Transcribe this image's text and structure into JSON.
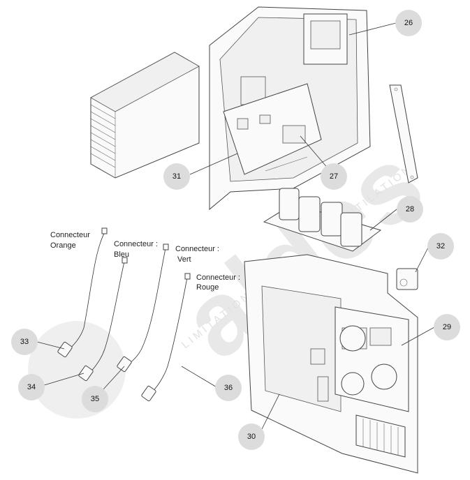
{
  "watermark": {
    "brand": "aldes",
    "tagline_left": "LIMITATION",
    "tagline_right": "VENTILATION"
  },
  "connectors": [
    {
      "line1": "Connecteur",
      "line2": "Orange"
    },
    {
      "line1": "Connecteur :",
      "line2": "Bleu"
    },
    {
      "line1": "Connecteur :",
      "line2": "Vert"
    },
    {
      "line1": "Connecteur :",
      "line2": "Rouge"
    }
  ],
  "callouts": [
    "26",
    "27",
    "28",
    "29",
    "30",
    "31",
    "32",
    "33",
    "34",
    "35",
    "36"
  ]
}
